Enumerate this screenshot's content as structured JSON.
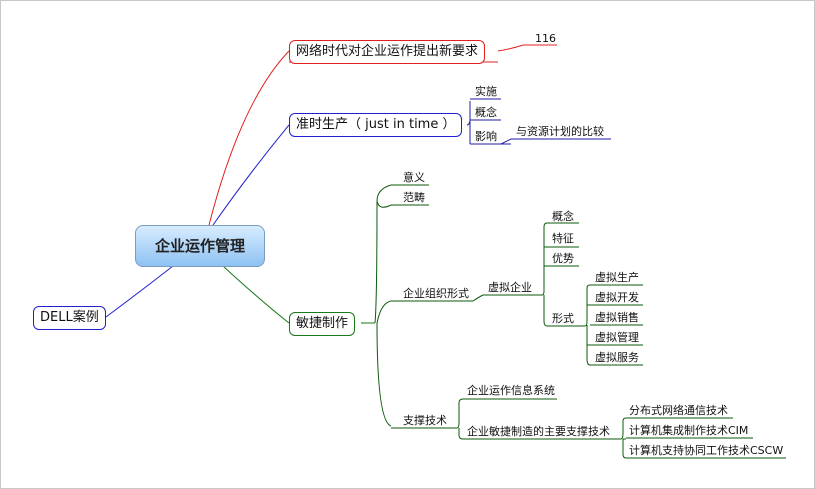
{
  "root": {
    "label": "企业运作管理"
  },
  "dell": {
    "label": "DELL案例"
  },
  "branch1": {
    "label": "网络时代对企业运作提出新要求",
    "children": {
      "n116": "116"
    }
  },
  "branch2": {
    "label": "准时生产（ just in time ）",
    "children": {
      "shishi": "实施",
      "gainian": "概念",
      "yingxiang": "影响"
    },
    "yingxiang_child": "与资源计划的比较"
  },
  "branch3": {
    "label": "敏捷制作",
    "children": {
      "yiyi": "意义",
      "fanchou": "范畴",
      "zuzhi": "企业组织形式",
      "zhicheng": "支撑技术"
    },
    "virtual": {
      "label": "虚拟企业",
      "children": {
        "gainian": "概念",
        "tezheng": "特征",
        "youshi": "优势",
        "xingshi": "形式"
      },
      "forms": [
        "虚拟生产",
        "虚拟开发",
        "虚拟销售",
        "虚拟管理",
        "虚拟服务"
      ]
    },
    "support": {
      "info": "企业运作信息系统",
      "main": "企业敏捷制造的主要支撑技术",
      "techs": [
        "分布式网络通信技术",
        "计算机集成制作技术CIM",
        "计算机支持协同工作技术CSCW"
      ]
    }
  },
  "colors": {
    "red": "#e02020",
    "blue": "#2020d0",
    "green": "#1a7a1a",
    "navy": "#1c1ca0",
    "darkgreen": "#0c5a0c"
  }
}
